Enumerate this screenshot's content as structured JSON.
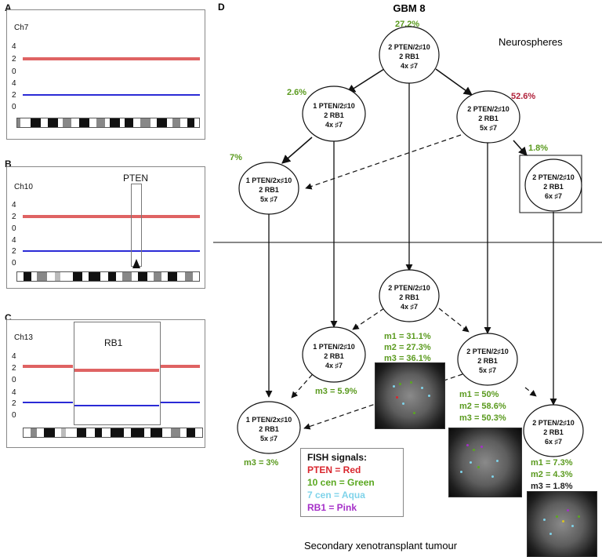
{
  "panels": {
    "A": {
      "letter": "A",
      "chrom": "Ch7",
      "ticks": [
        "4",
        "2",
        "0",
        "4",
        "2",
        "0"
      ]
    },
    "B": {
      "letter": "B",
      "chrom": "Ch10",
      "ticks": [
        "4",
        "2",
        "0",
        "4",
        "2",
        "0"
      ],
      "gene": "PTEN"
    },
    "C": {
      "letter": "C",
      "chrom": "Ch13",
      "ticks": [
        "4",
        "2",
        "0",
        "4",
        "2",
        "0"
      ],
      "gene": "RB1"
    }
  },
  "diagram": {
    "letter": "D",
    "title": "GBM 8",
    "neurospheres_label": "Neurospheres",
    "xenograft_label": "Secondary xenotransplant tumour",
    "top_cells": [
      {
        "lines": [
          "2 PTEN/2♯10",
          "2 RB1",
          "4x ♯7"
        ],
        "pct": "27.2%",
        "pct_color": "green"
      },
      {
        "lines": [
          "1 PTEN/2♯10",
          "2 RB1",
          "4x ♯7"
        ],
        "pct": "2.6%",
        "pct_color": "green"
      },
      {
        "lines": [
          "2 PTEN/2♯10",
          "2 RB1",
          "5x ♯7"
        ],
        "pct": "52.6%",
        "pct_color": "crimson"
      },
      {
        "lines": [
          "1 PTEN/2x♯10",
          "2 RB1",
          "5x ♯7"
        ],
        "pct": "7%",
        "pct_color": "green"
      },
      {
        "lines": [
          "2 PTEN/2♯10",
          "2 RB1",
          "6x ♯7"
        ],
        "pct": "1.8%",
        "pct_color": "green"
      }
    ],
    "bottom_cells": [
      {
        "lines": [
          "2 PTEN/2♯10",
          "2 RB1",
          "4x ♯7"
        ]
      },
      {
        "lines": [
          "1 PTEN/2♯10",
          "2 RB1",
          "4x ♯7"
        ]
      },
      {
        "lines": [
          "2 PTEN/2♯10",
          "2 RB1",
          "5x ♯7"
        ]
      },
      {
        "lines": [
          "1 PTEN/2x♯10",
          "2 RB1",
          "5x ♯7"
        ]
      },
      {
        "lines": [
          "2 PTEN/2♯10",
          "2 RB1",
          "6x ♯7"
        ]
      }
    ],
    "mouse_stats": {
      "center": [
        "m1 = 31.1%",
        "m2 = 27.3%",
        "m3 = 36.1%"
      ],
      "left": [
        "m3 = 5.9%"
      ],
      "right": [
        "m1 = 50%",
        "m2 = 58.6%",
        "m3 = 50.3%"
      ],
      "bottom_left": [
        "m3 = 3%"
      ],
      "far_right": [
        "m1 = 7.3%",
        "m2 = 4.3%",
        "m3 = 1.8%"
      ]
    },
    "legend": {
      "title": "FISH signals:",
      "items": [
        {
          "text": "PTEN = Red",
          "color": "#d9262e"
        },
        {
          "text": "10 cen = Green",
          "color": "#5aa820"
        },
        {
          "text": "7 cen = Aqua",
          "color": "#7fd3ea"
        },
        {
          "text": "RB1 = Pink",
          "color": "#a52fc8"
        }
      ]
    }
  }
}
